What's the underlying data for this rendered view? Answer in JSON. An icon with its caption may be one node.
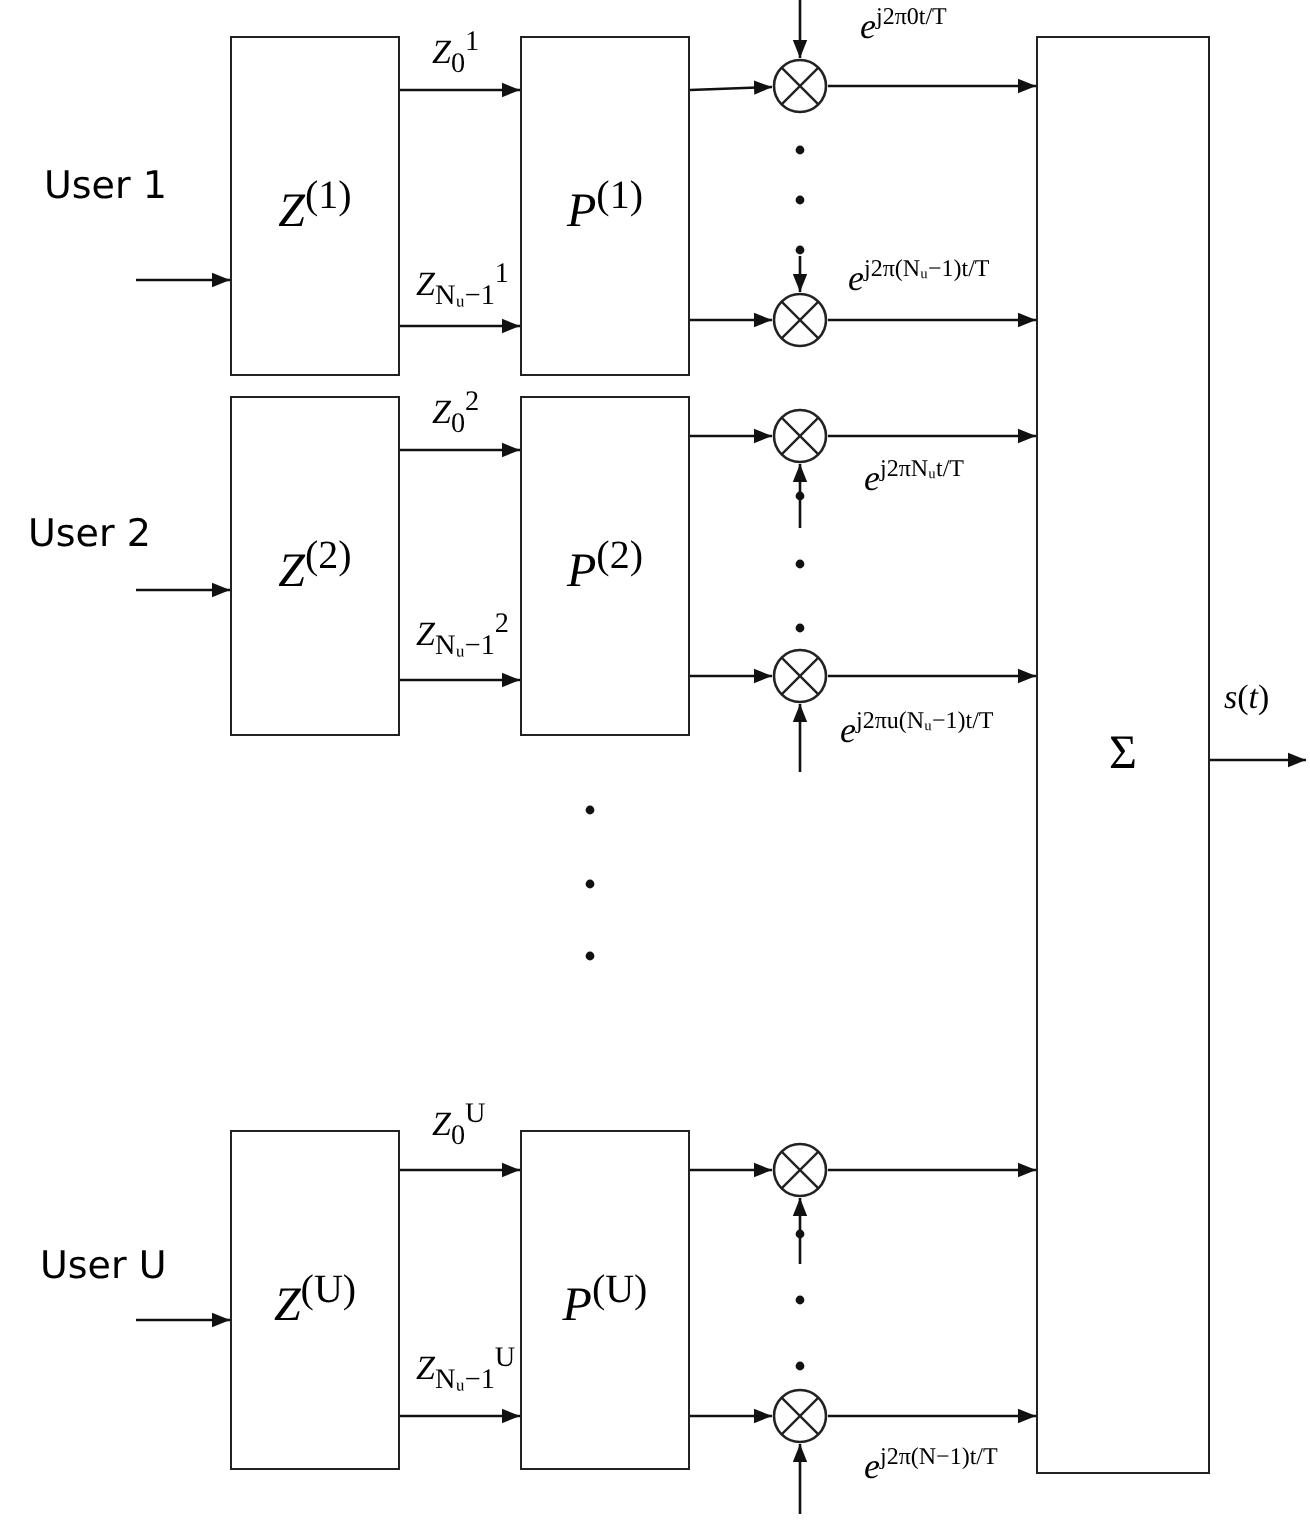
{
  "diagram": {
    "nodes": [
      {
        "text": [
          "*Z*$^{(1)}$"
        ],
        "beside": [
          "User 1"
        ]
      },
      {
        "text": [
          "*P*$^{(1)}$"
        ]
      },
      {
        "text": [],
        "shape": "circle",
        "beside": [
          "*e*$^{j2π0t/T}$"
        ]
      },
      {
        "text": [],
        "shape": "circle",
        "beside": [
          "*e*$^{j2π(Nᵤ−1)t/T}$"
        ]
      },
      {
        "text": [
          "*Z*$^{(2)}$"
        ],
        "beside": [
          "User 2"
        ]
      },
      {
        "text": [
          "*P*$^{(2)}$"
        ]
      },
      {
        "text": [],
        "shape": "circle",
        "beside": [
          "*e*$^{j2πNᵤt/T}$"
        ]
      },
      {
        "text": [],
        "shape": "circle",
        "beside": [
          "*e*$^{j2πu(Nᵤ−1)t/T}$"
        ]
      },
      {
        "text": [
          "*Z*$^{(U)}$"
        ],
        "beside": [
          "User U"
        ]
      },
      {
        "text": [
          "*P*$^{(U)}$"
        ]
      },
      {
        "text": [],
        "shape": "circle"
      },
      {
        "text": [],
        "shape": "circle",
        "beside": [
          "*e*$^{j2π(N−1)t/T}$"
        ]
      },
      {
        "text": [
          "Σ"
        ]
      }
    ],
    "edges": [
      {
        "from": null,
        "to": 0,
        "arrow": "to"
      },
      {
        "from": 0,
        "to": 1,
        "arrow": "to",
        "label": "*Z*$_{0}$$^{1}$"
      },
      {
        "from": 0,
        "to": 1,
        "arrow": "to",
        "label": "*Z*$_{Nᵤ−1}$$^{1}$"
      },
      {
        "from": 1,
        "to": 2,
        "arrow": "to"
      },
      {
        "from": 1,
        "to": 3,
        "arrow": "to"
      },
      {
        "from": null,
        "to": 2,
        "arrow": "to"
      },
      {
        "from": null,
        "to": 3,
        "arrow": "to"
      },
      {
        "from": 2,
        "to": 12,
        "arrow": "to"
      },
      {
        "from": 3,
        "to": 12,
        "arrow": "to"
      },
      {
        "from": null,
        "to": 4,
        "arrow": "to"
      },
      {
        "from": 4,
        "to": 5,
        "arrow": "to",
        "label": "*Z*$_{0}$$^{2}$"
      },
      {
        "from": 4,
        "to": 5,
        "arrow": "to",
        "label": "*Z*$_{Nᵤ−1}$$^{2}$"
      },
      {
        "from": 5,
        "to": 6,
        "arrow": "to"
      },
      {
        "from": 5,
        "to": 7,
        "arrow": "to"
      },
      {
        "from": null,
        "to": 6,
        "arrow": "to"
      },
      {
        "from": null,
        "to": 7,
        "arrow": "to"
      },
      {
        "from": 6,
        "to": 12,
        "arrow": "to"
      },
      {
        "from": 7,
        "to": 12,
        "arrow": "to"
      },
      {
        "from": null,
        "to": 8,
        "arrow": "to"
      },
      {
        "from": 8,
        "to": 9,
        "arrow": "to",
        "label": "*Z*$_{0}$$^{U}$"
      },
      {
        "from": 8,
        "to": 9,
        "arrow": "to",
        "label": "*Z*$_{Nᵤ−1}$$^{U}$"
      },
      {
        "from": 9,
        "to": 10,
        "arrow": "to"
      },
      {
        "from": 9,
        "to": 11,
        "arrow": "to"
      },
      {
        "from": null,
        "to": 10,
        "arrow": "to"
      },
      {
        "from": null,
        "to": 11,
        "arrow": "to"
      },
      {
        "from": 10,
        "to": 12,
        "arrow": "to"
      },
      {
        "from": 11,
        "to": 12,
        "arrow": "to"
      },
      {
        "from": 12,
        "to": null,
        "arrow": "to",
        "label": "*s*(*t*)"
      }
    ]
  }
}
